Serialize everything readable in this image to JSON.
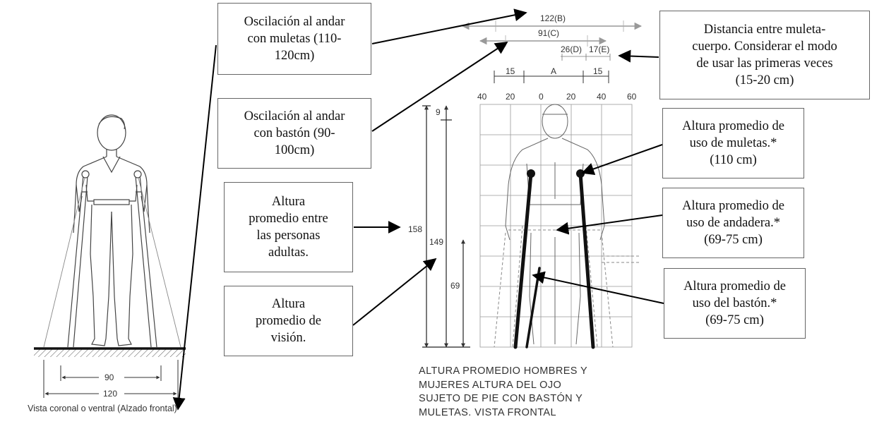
{
  "callouts": {
    "crutch_swing": [
      "Oscilación al andar",
      "con muletas (110-",
      "120cm)"
    ],
    "cane_swing": [
      "Oscilación al andar",
      "con bastón (90-",
      "100cm)"
    ],
    "adult_height": [
      "Altura",
      "promedio entre",
      "las personas",
      "adultas."
    ],
    "vision_height": [
      "Altura",
      "promedio de",
      "visión."
    ],
    "crutch_distance": [
      "Distancia entre muleta-",
      "cuerpo. Considerar el modo",
      "de usar las primeras veces",
      "(15-20 cm)"
    ],
    "crutch_height": [
      "Altura promedio de",
      "uso de muletas.*",
      "(110 cm)"
    ],
    "walker_height": [
      "Altura promedio de",
      "uso de andadera.*",
      "(69-75 cm)"
    ],
    "cane_height": [
      "Altura promedio de",
      "uso del bastón.*",
      "(69-75 cm)"
    ]
  },
  "dimensions": {
    "b": "122(B)",
    "c": "91(C)",
    "d": "26(D)",
    "e": "17(E)",
    "left_offset": "15",
    "a": "A",
    "right_offset": "15",
    "h158": "158",
    "h149": "149",
    "h69": "69",
    "h9": "9",
    "floor_90": "90",
    "floor_120": "120"
  },
  "grid_scale": [
    "40",
    "20",
    "0",
    "20",
    "40",
    "60"
  ],
  "caption": [
    "ALTURA PROMEDIO HOMBRES Y",
    "MUJERES ALTURA DEL OJO",
    "SUJETO DE PIE CON BASTÓN Y",
    "MULETAS. VISTA FRONTAL"
  ],
  "left_caption": "Vista coronal o ventral (Alzado frontal)"
}
